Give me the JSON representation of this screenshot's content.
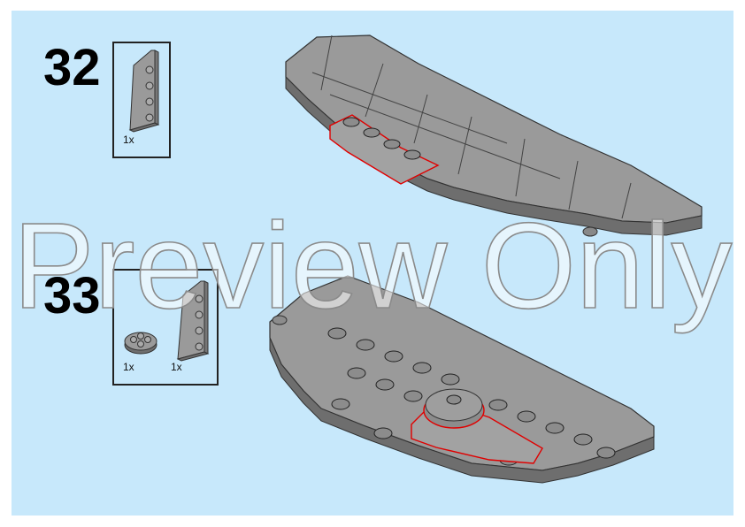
{
  "steps": [
    {
      "number": "32",
      "parts": [
        {
          "name": "wedge-plate-left",
          "qty": "1x"
        }
      ]
    },
    {
      "number": "33",
      "parts": [
        {
          "name": "round-plate-2x2",
          "qty": "1x"
        },
        {
          "name": "wedge-plate-left",
          "qty": "1x"
        }
      ]
    }
  ],
  "watermark": "Preview Only",
  "colors": {
    "background": "#c7e8fb",
    "brick": "#9a9a9a",
    "brick_dark": "#6e6e6e",
    "highlight": "#e00000"
  }
}
